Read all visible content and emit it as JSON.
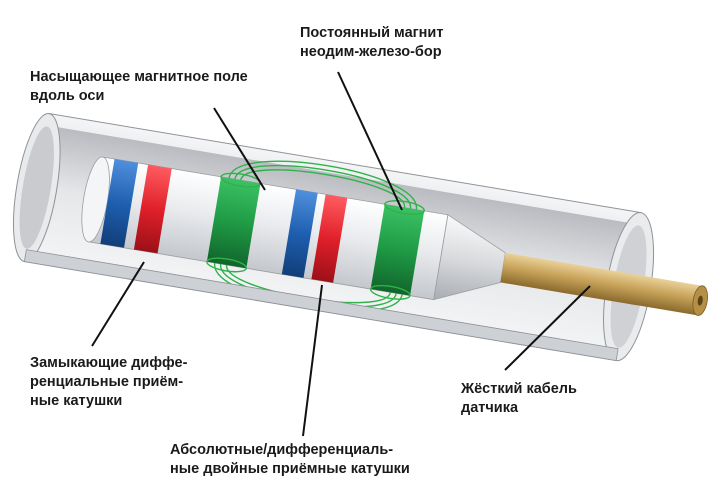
{
  "labels": {
    "magnet": {
      "line1": "Постоянный магнит",
      "line2": "неодим-железо-бор"
    },
    "field": {
      "line1": "Насыщающее магнитное поле",
      "line2": "вдоль оси"
    },
    "closing_coils": {
      "line1": "Замыкающие диффе-",
      "line2": "ренциальные приём-",
      "line3": "ные катушки"
    },
    "cable": {
      "line1": "Жёсткий кабель",
      "line2": "датчика"
    },
    "dual_coils": {
      "line1": "Абсолютные/дифференциаль-",
      "line2": "ные двойные приёмные катушки"
    }
  },
  "colors": {
    "tube": "#d9dadd",
    "core": "#eceef0",
    "blue_coil": "#1e5fb0",
    "red_coil": "#e0202a",
    "green_magnet": "#1f9a45",
    "field_lines": "#2fb24a",
    "cable": "#b89349",
    "leader": "#111111"
  }
}
